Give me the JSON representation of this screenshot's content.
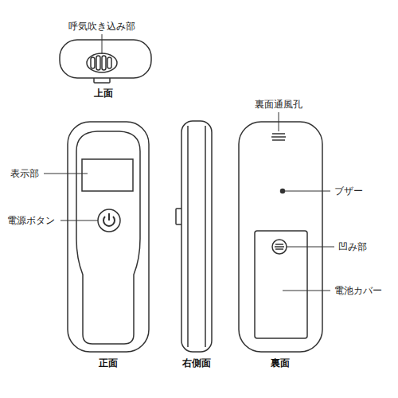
{
  "diagram": {
    "labels": [
      "呼気吹き込み部",
      "上面",
      "裏面通風孔",
      "表示部",
      "ブザー",
      "電源ボタン",
      "凹み部",
      "電池カバー",
      "正面",
      "右側面",
      "裏面"
    ]
  }
}
